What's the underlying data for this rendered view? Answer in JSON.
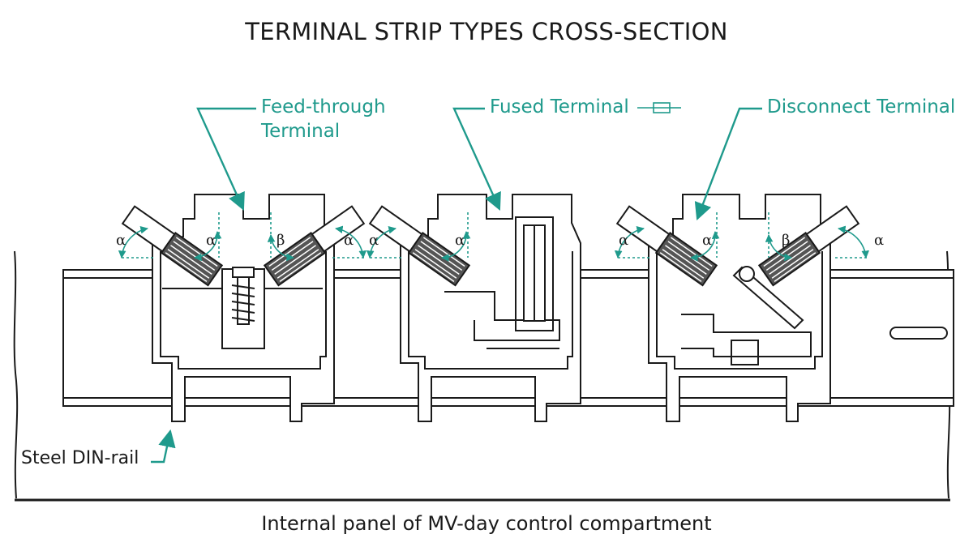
{
  "title": "TERMINAL STRIP TYPES CROSS-SECTION",
  "caption": "Internal panel of MV-day control compartment",
  "labels": {
    "feedthrough_line1": "Feed-through",
    "feedthrough_line2": "Terminal",
    "fused": "Fused Terminal",
    "disconnect": "Disconnect Terminal",
    "rail": "Steel DIN-rail"
  },
  "angles": {
    "alpha": "α",
    "beta": "β"
  },
  "colors": {
    "accent": "#1f9a8c",
    "line": "#1a1a1a",
    "body_fill": "#ffffff",
    "rail_fill": "#ffffff"
  }
}
